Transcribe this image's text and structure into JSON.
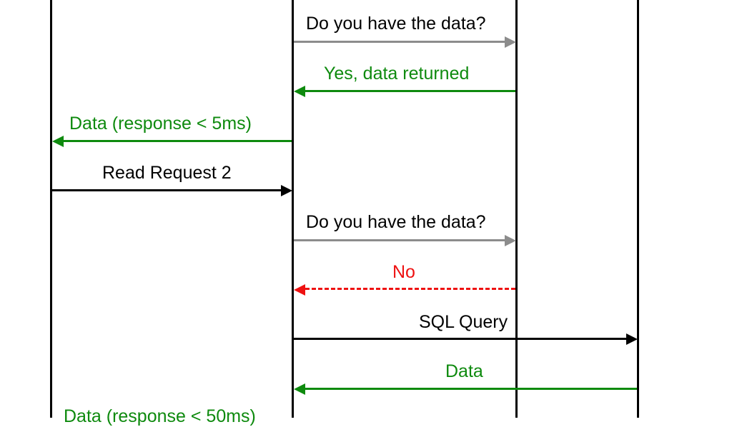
{
  "colors": {
    "black": "#000000",
    "gray": "#8c8c8c",
    "green": "#0e8a0e",
    "red": "#ee1111"
  },
  "messages": [
    {
      "text": "Do you have the data?",
      "color": "gray"
    },
    {
      "text": "Yes, data returned",
      "color": "green"
    },
    {
      "text": "Data (response < 5ms)",
      "color": "green"
    },
    {
      "text": "Read Request 2",
      "color": "black"
    },
    {
      "text": "Do you have the data?",
      "color": "gray"
    },
    {
      "text": "No",
      "color": "red"
    },
    {
      "text": "SQL Query",
      "color": "black"
    },
    {
      "text": "Data",
      "color": "green"
    },
    {
      "text": "Data (response < 50ms)",
      "color": "green"
    }
  ]
}
